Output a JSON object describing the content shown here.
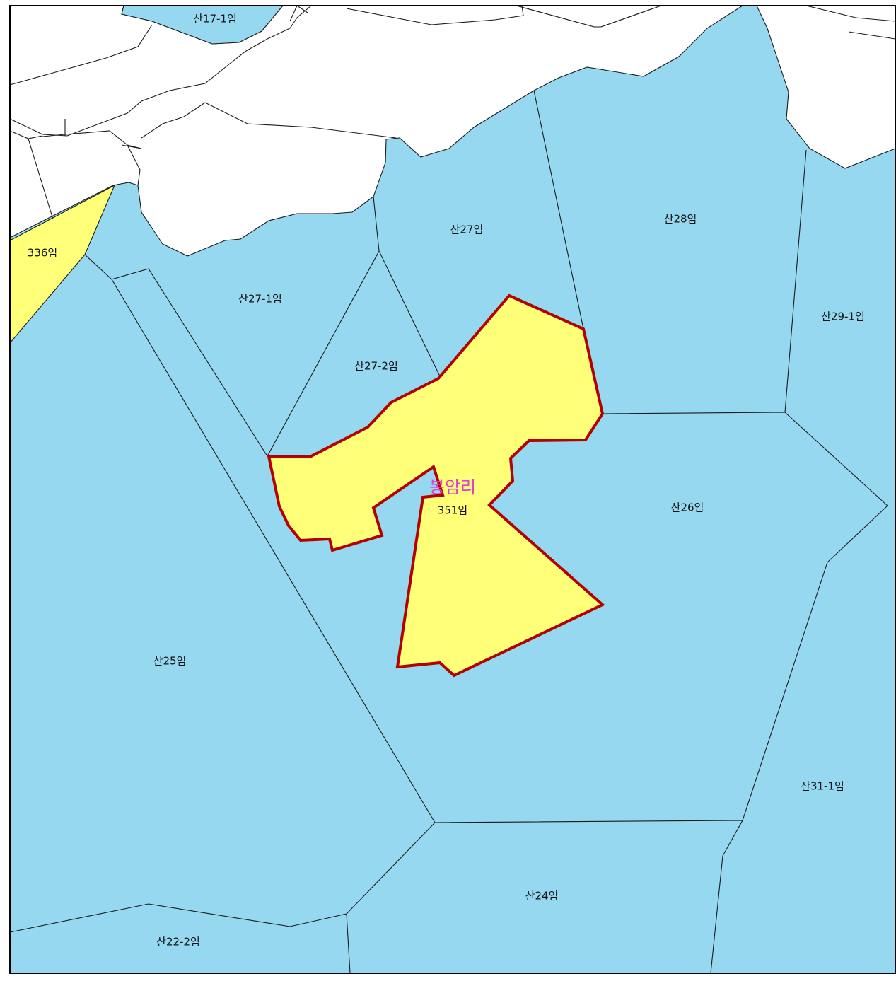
{
  "map": {
    "village_label": "봉암리",
    "colors": {
      "forest_parcel": "#96d8f0",
      "other_parcel": "#ffffff",
      "highlight_parcel": "#ffff78",
      "selected_outline": "#b40000",
      "village_label": "#e23bd4"
    },
    "parcels": [
      {
        "id": "p-san17-1",
        "label": "산17-1임"
      },
      {
        "id": "p-336",
        "label": "336임"
      },
      {
        "id": "p-san27",
        "label": "산27임"
      },
      {
        "id": "p-san28",
        "label": "산28임"
      },
      {
        "id": "p-san27-1",
        "label": "산27-1임"
      },
      {
        "id": "p-san29-1",
        "label": "산29-1임"
      },
      {
        "id": "p-san27-2",
        "label": "산27-2임"
      },
      {
        "id": "p-351",
        "label": "351임"
      },
      {
        "id": "p-san26",
        "label": "산26임"
      },
      {
        "id": "p-san25",
        "label": "산25임"
      },
      {
        "id": "p-san31-1",
        "label": "산31-1임"
      },
      {
        "id": "p-san24",
        "label": "산24임"
      },
      {
        "id": "p-san22-2",
        "label": "산22-2임"
      }
    ]
  }
}
